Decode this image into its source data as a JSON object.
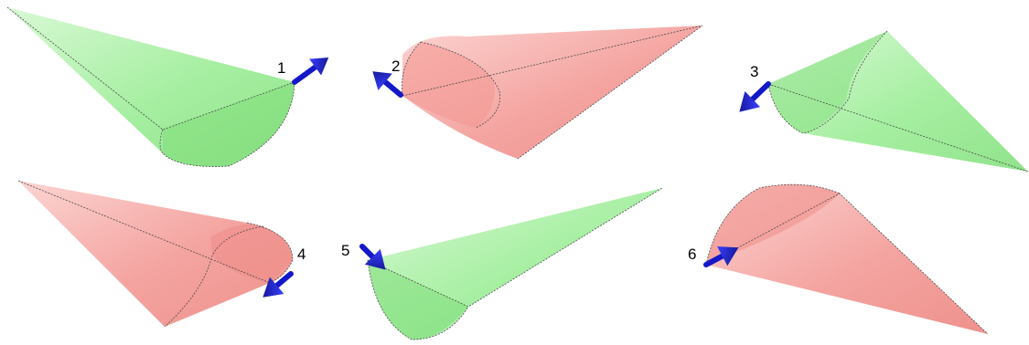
{
  "colors": {
    "green_fill": "#8ee88a",
    "green_light": "#c8f5c4",
    "red_fill": "#f08a86",
    "red_light": "#f9c3c0",
    "arrow": "#1418c8",
    "arrow_dark": "#0a0c7a",
    "edge_line": "#4a4a4a"
  },
  "panels": [
    {
      "label": "1",
      "color": "green",
      "arrow_icon": "blue-arrow-icon"
    },
    {
      "label": "2",
      "color": "red",
      "arrow_icon": "blue-arrow-icon"
    },
    {
      "label": "3",
      "color": "green",
      "arrow_icon": "blue-arrow-icon"
    },
    {
      "label": "4",
      "color": "red",
      "arrow_icon": "blue-arrow-icon"
    },
    {
      "label": "5",
      "color": "green",
      "arrow_icon": "blue-arrow-icon"
    },
    {
      "label": "6",
      "color": "red",
      "arrow_icon": "blue-arrow-icon"
    }
  ]
}
